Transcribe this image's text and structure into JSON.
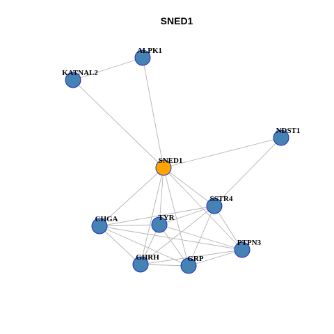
{
  "title": "SNED1",
  "colors": {
    "center_node": "#FFA500",
    "node": "#4682B4",
    "node_border": "#1A2DBF",
    "edge": "#B3B3B3"
  },
  "nodes": [
    {
      "id": "SNED1",
      "label": "SNED1",
      "role": "center"
    },
    {
      "id": "ALPK1",
      "label": "ALPK1",
      "role": "neighbor"
    },
    {
      "id": "KATNAL2",
      "label": "KATNAL2",
      "role": "neighbor"
    },
    {
      "id": "NDST1",
      "label": "NDST1",
      "role": "neighbor"
    },
    {
      "id": "SSTR4",
      "label": "SSTR4",
      "role": "neighbor"
    },
    {
      "id": "CHGA",
      "label": "CHGA",
      "role": "neighbor"
    },
    {
      "id": "TYR",
      "label": "TYR",
      "role": "neighbor"
    },
    {
      "id": "PTPN3",
      "label": "PTPN3",
      "role": "neighbor"
    },
    {
      "id": "GHRH",
      "label": "GHRH",
      "role": "neighbor"
    },
    {
      "id": "GRP",
      "label": "GRP",
      "role": "neighbor"
    }
  ],
  "edges": [
    [
      "ALPK1",
      "KATNAL2"
    ],
    [
      "ALPK1",
      "SNED1"
    ],
    [
      "KATNAL2",
      "SNED1"
    ],
    [
      "NDST1",
      "SNED1"
    ],
    [
      "NDST1",
      "SSTR4"
    ],
    [
      "SNED1",
      "SSTR4"
    ],
    [
      "SNED1",
      "CHGA"
    ],
    [
      "SNED1",
      "TYR"
    ],
    [
      "SNED1",
      "GHRH"
    ],
    [
      "SNED1",
      "GRP"
    ],
    [
      "SNED1",
      "PTPN3"
    ],
    [
      "SSTR4",
      "CHGA"
    ],
    [
      "SSTR4",
      "TYR"
    ],
    [
      "SSTR4",
      "GHRH"
    ],
    [
      "SSTR4",
      "GRP"
    ],
    [
      "SSTR4",
      "PTPN3"
    ],
    [
      "CHGA",
      "TYR"
    ],
    [
      "CHGA",
      "GHRH"
    ],
    [
      "CHGA",
      "GRP"
    ],
    [
      "CHGA",
      "PTPN3"
    ],
    [
      "TYR",
      "GHRH"
    ],
    [
      "TYR",
      "GRP"
    ],
    [
      "TYR",
      "PTPN3"
    ],
    [
      "GHRH",
      "GRP"
    ],
    [
      "GHRH",
      "PTPN3"
    ],
    [
      "GRP",
      "PTPN3"
    ]
  ]
}
